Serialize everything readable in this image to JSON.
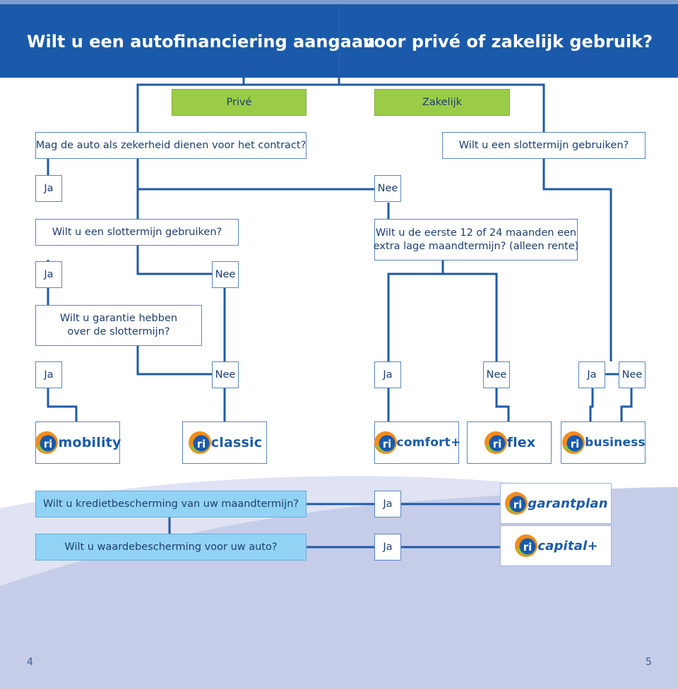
{
  "header": {
    "title_left": "Wilt u een autofinanciering aangaan",
    "title_right": "voor privé of zakelijk gebruik?"
  },
  "boxes": {
    "prive": "Privé",
    "zakelijk": "Zakelijk",
    "q_zekerheid": "Mag de auto als zekerheid dienen voor het contract?",
    "q_slottermijn_zak": "Wilt u een slottermijn gebruiken?",
    "ja_1": "Ja",
    "nee_1": "Nee",
    "q_slottermijn_priv": "Wilt u een slottermijn gebruiken?",
    "q_lage_termijn_l1": "Wilt u de eerste 12 of 24 maanden een",
    "q_lage_termijn_l2": "extra lage maandtermijn? (alleen rente)",
    "ja_2": "Ja",
    "nee_2": "Nee",
    "q_garantie_l1": "Wilt u garantie hebben",
    "q_garantie_l2": "over de slottermijn?",
    "ja_3a": "Ja",
    "nee_3a": "Nee",
    "ja_3b": "Ja",
    "nee_3b": "Nee",
    "ja_3c": "Ja",
    "nee_3c": "Nee",
    "q_krediet": "Wilt u kredietbescherming van uw maandtermijn?",
    "ja_krediet": "Ja",
    "q_waarde": "Wilt u waardebescherming voor uw auto?",
    "ja_waarde": "Ja"
  },
  "products": {
    "mobility": "mobility",
    "classic": "classic",
    "comfort": "comfort+",
    "flex": "flex",
    "business": "business",
    "garantplan": "garantplan",
    "capital": "capital+"
  },
  "logo_prefix": "ri",
  "page": {
    "left": "4",
    "right": "5"
  },
  "colors": {
    "header": "#1b5aaa",
    "green_box": "#9bcc48",
    "light_blue_box": "#92d3f5",
    "connector": "#1f5aa6",
    "logo_orange": "#f28c1e",
    "logo_green": "#8cc63f",
    "logo_blue": "#1b5aaa",
    "background_wave": "#c6cde9"
  }
}
